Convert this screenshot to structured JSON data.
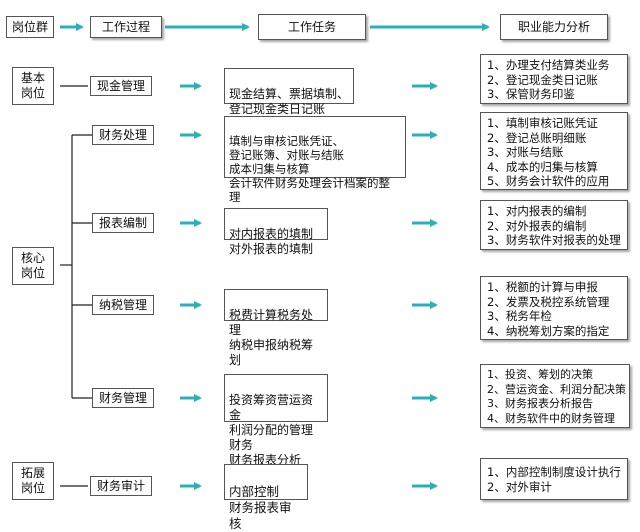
{
  "header": {
    "col1": "岗位群",
    "col2": "工作过程",
    "col3": "工作任务",
    "col4": "职业能力分析"
  },
  "groups": {
    "basic": "基本\n岗位",
    "core": "核心\n岗位",
    "extended": "拓展\n岗位"
  },
  "rows": [
    {
      "process": "现金管理",
      "task": "现金结算、票据填制、\n登记现金类日记账",
      "abilities": [
        "1、办理支付结算类业务",
        "2、登记现金类日记账",
        "3、保管财务印鉴"
      ]
    },
    {
      "process": "财务处理",
      "task": "填制与审核记账凭证、\n登记账簿、对账与结账\n成本归集与核算\n会计软件财务处理会计档案的整理",
      "abilities": [
        "1、填制审核记账凭证",
        "2、登记总账明细账",
        "3、对账与结账",
        "4、成本的归集与核算",
        "5、财务会计软件的应用"
      ]
    },
    {
      "process": "报表编制",
      "task": "对内报表的填制\n对外报表的填制",
      "abilities": [
        "1、对内报表的编制",
        "2、对外报表的编制",
        "3、财务软件对报表的处理"
      ]
    },
    {
      "process": "纳税管理",
      "task": "税费计算税务处理\n纳税申报纳税筹划",
      "abilities": [
        "1、税额的计算与申报",
        "2、发票及税控系统管理",
        "3、税务年检",
        "4、纳税筹划方案的指定"
      ]
    },
    {
      "process": "财务管理",
      "task": "投资筹资营运资金\n利润分配的管理财务\n财务报表分析",
      "abilities": [
        "1、投资、筹划的决策",
        "2、营运资金、利润分配决策",
        "3、财务报表分析报告",
        "4、财务软件中的财务管理"
      ]
    },
    {
      "process": "财务审计",
      "task": "内部控制\n财务报表审核",
      "abilities": [
        "1、内部控制制度设计执行",
        "2、对外审计"
      ]
    }
  ],
  "colors": {
    "arrow": "#27b1b8",
    "border": "#555555",
    "line": "#222222"
  },
  "icons": {
    "arrow": "arrow-right-icon"
  }
}
